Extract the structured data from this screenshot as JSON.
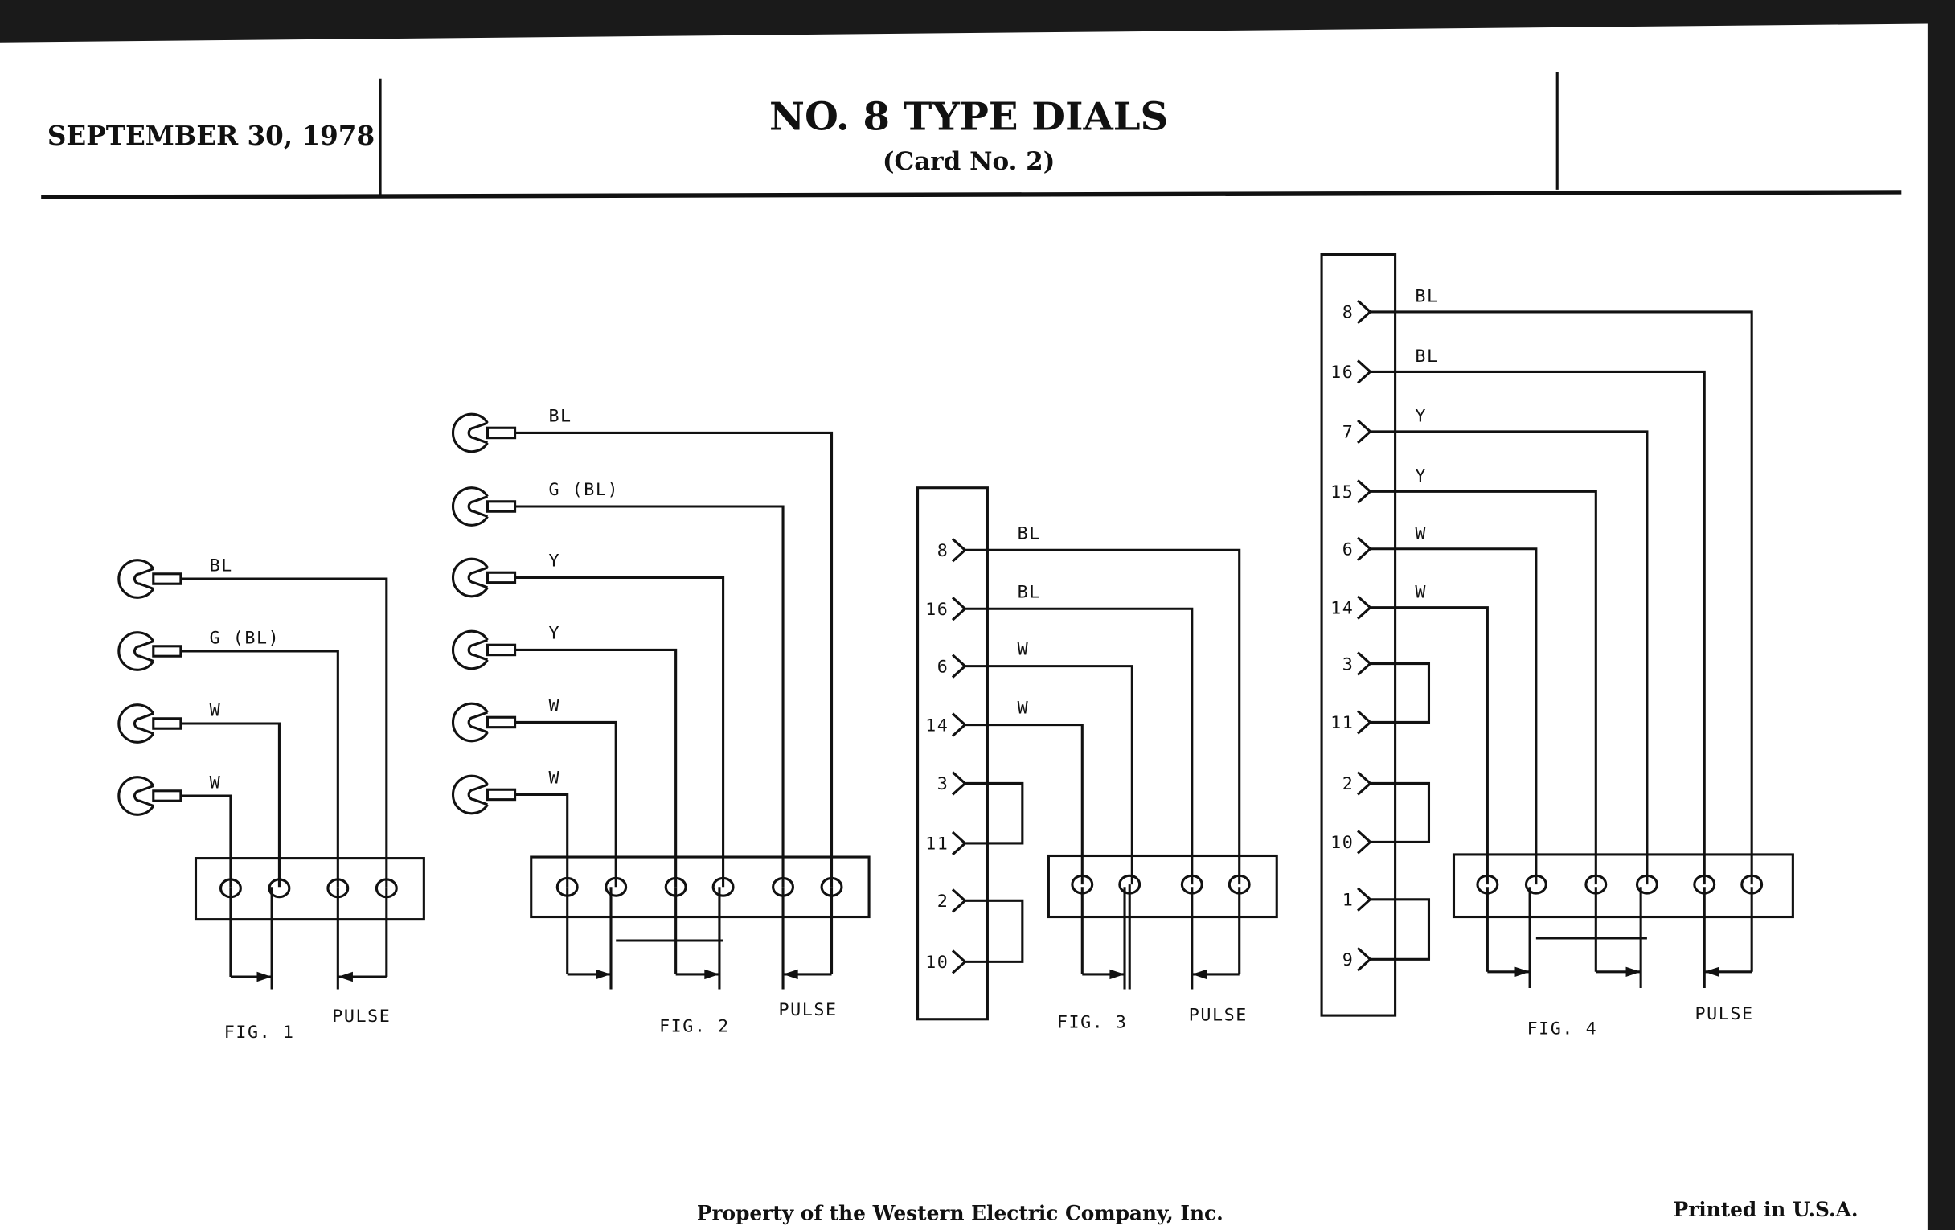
{
  "header": {
    "date": "SEPTEMBER 30, 1978",
    "title": "NO. 8 TYPE DIALS",
    "subtitle": "(Card No. 2)"
  },
  "figures": [
    {
      "caption": "FIG. 1",
      "pulse_label": "PULSE",
      "wire_labels": [
        "BL",
        "G (BL)",
        "W",
        "W"
      ]
    },
    {
      "caption": "FIG. 2",
      "pulse_label": "PULSE",
      "wire_labels": [
        "BL",
        "G (BL)",
        "Y",
        "Y",
        "W",
        "W"
      ]
    },
    {
      "caption": "FIG. 3",
      "pulse_label": "PULSE",
      "wire_labels": [
        "BL",
        "BL",
        "W",
        "W"
      ],
      "pins": [
        "8",
        "16",
        "6",
        "14",
        "3",
        "11",
        "2",
        "10"
      ]
    },
    {
      "caption": "FIG. 4",
      "pulse_label": "PULSE",
      "wire_labels": [
        "BL",
        "BL",
        "Y",
        "Y",
        "W",
        "W"
      ],
      "pins": [
        "8",
        "16",
        "7",
        "15",
        "6",
        "14",
        "3",
        "11",
        "2",
        "10",
        "1",
        "9"
      ]
    }
  ],
  "footer": {
    "property": "Property of the Western Electric Company, Inc.",
    "printed": "Printed in U.S.A."
  },
  "colors": {
    "paper": "#ffffff",
    "ink": "#111111",
    "background": "#1a1a1a"
  }
}
